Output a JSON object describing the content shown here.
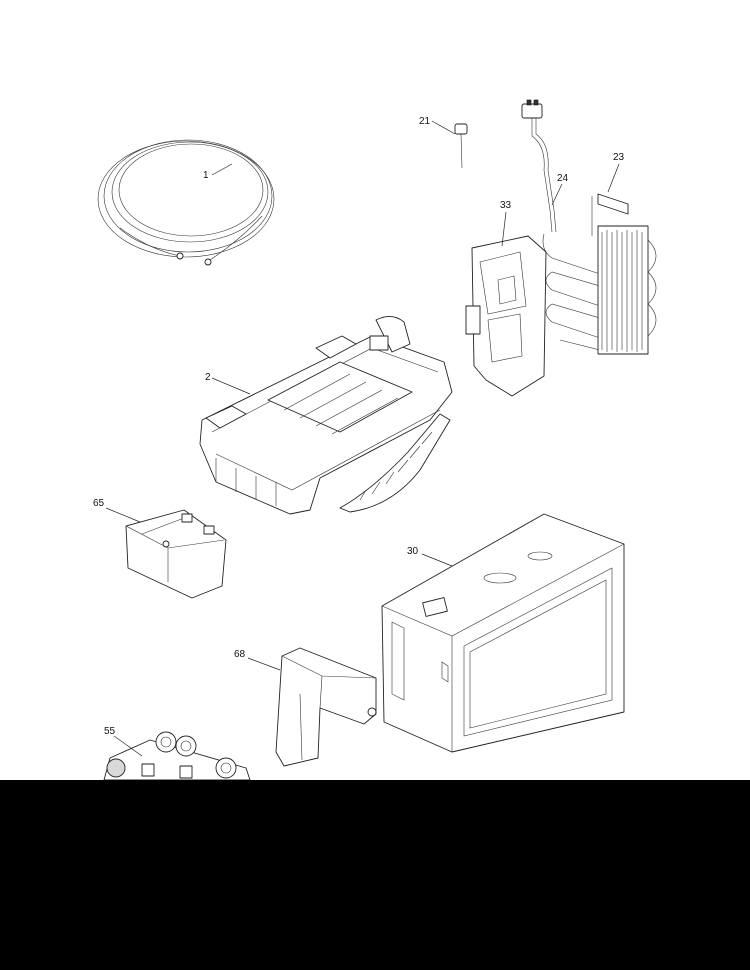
{
  "callouts": [
    {
      "id": "1",
      "label": "1"
    },
    {
      "id": "2",
      "label": "2"
    },
    {
      "id": "21",
      "label": "21"
    },
    {
      "id": "23",
      "label": "23"
    },
    {
      "id": "24",
      "label": "24"
    },
    {
      "id": "30",
      "label": "30"
    },
    {
      "id": "33",
      "label": "33"
    },
    {
      "id": "55",
      "label": "55"
    },
    {
      "id": "65",
      "label": "65"
    },
    {
      "id": "68",
      "label": "68"
    }
  ],
  "colors": {
    "background": "#ffffff",
    "line": "#222222",
    "band": "#000000"
  }
}
